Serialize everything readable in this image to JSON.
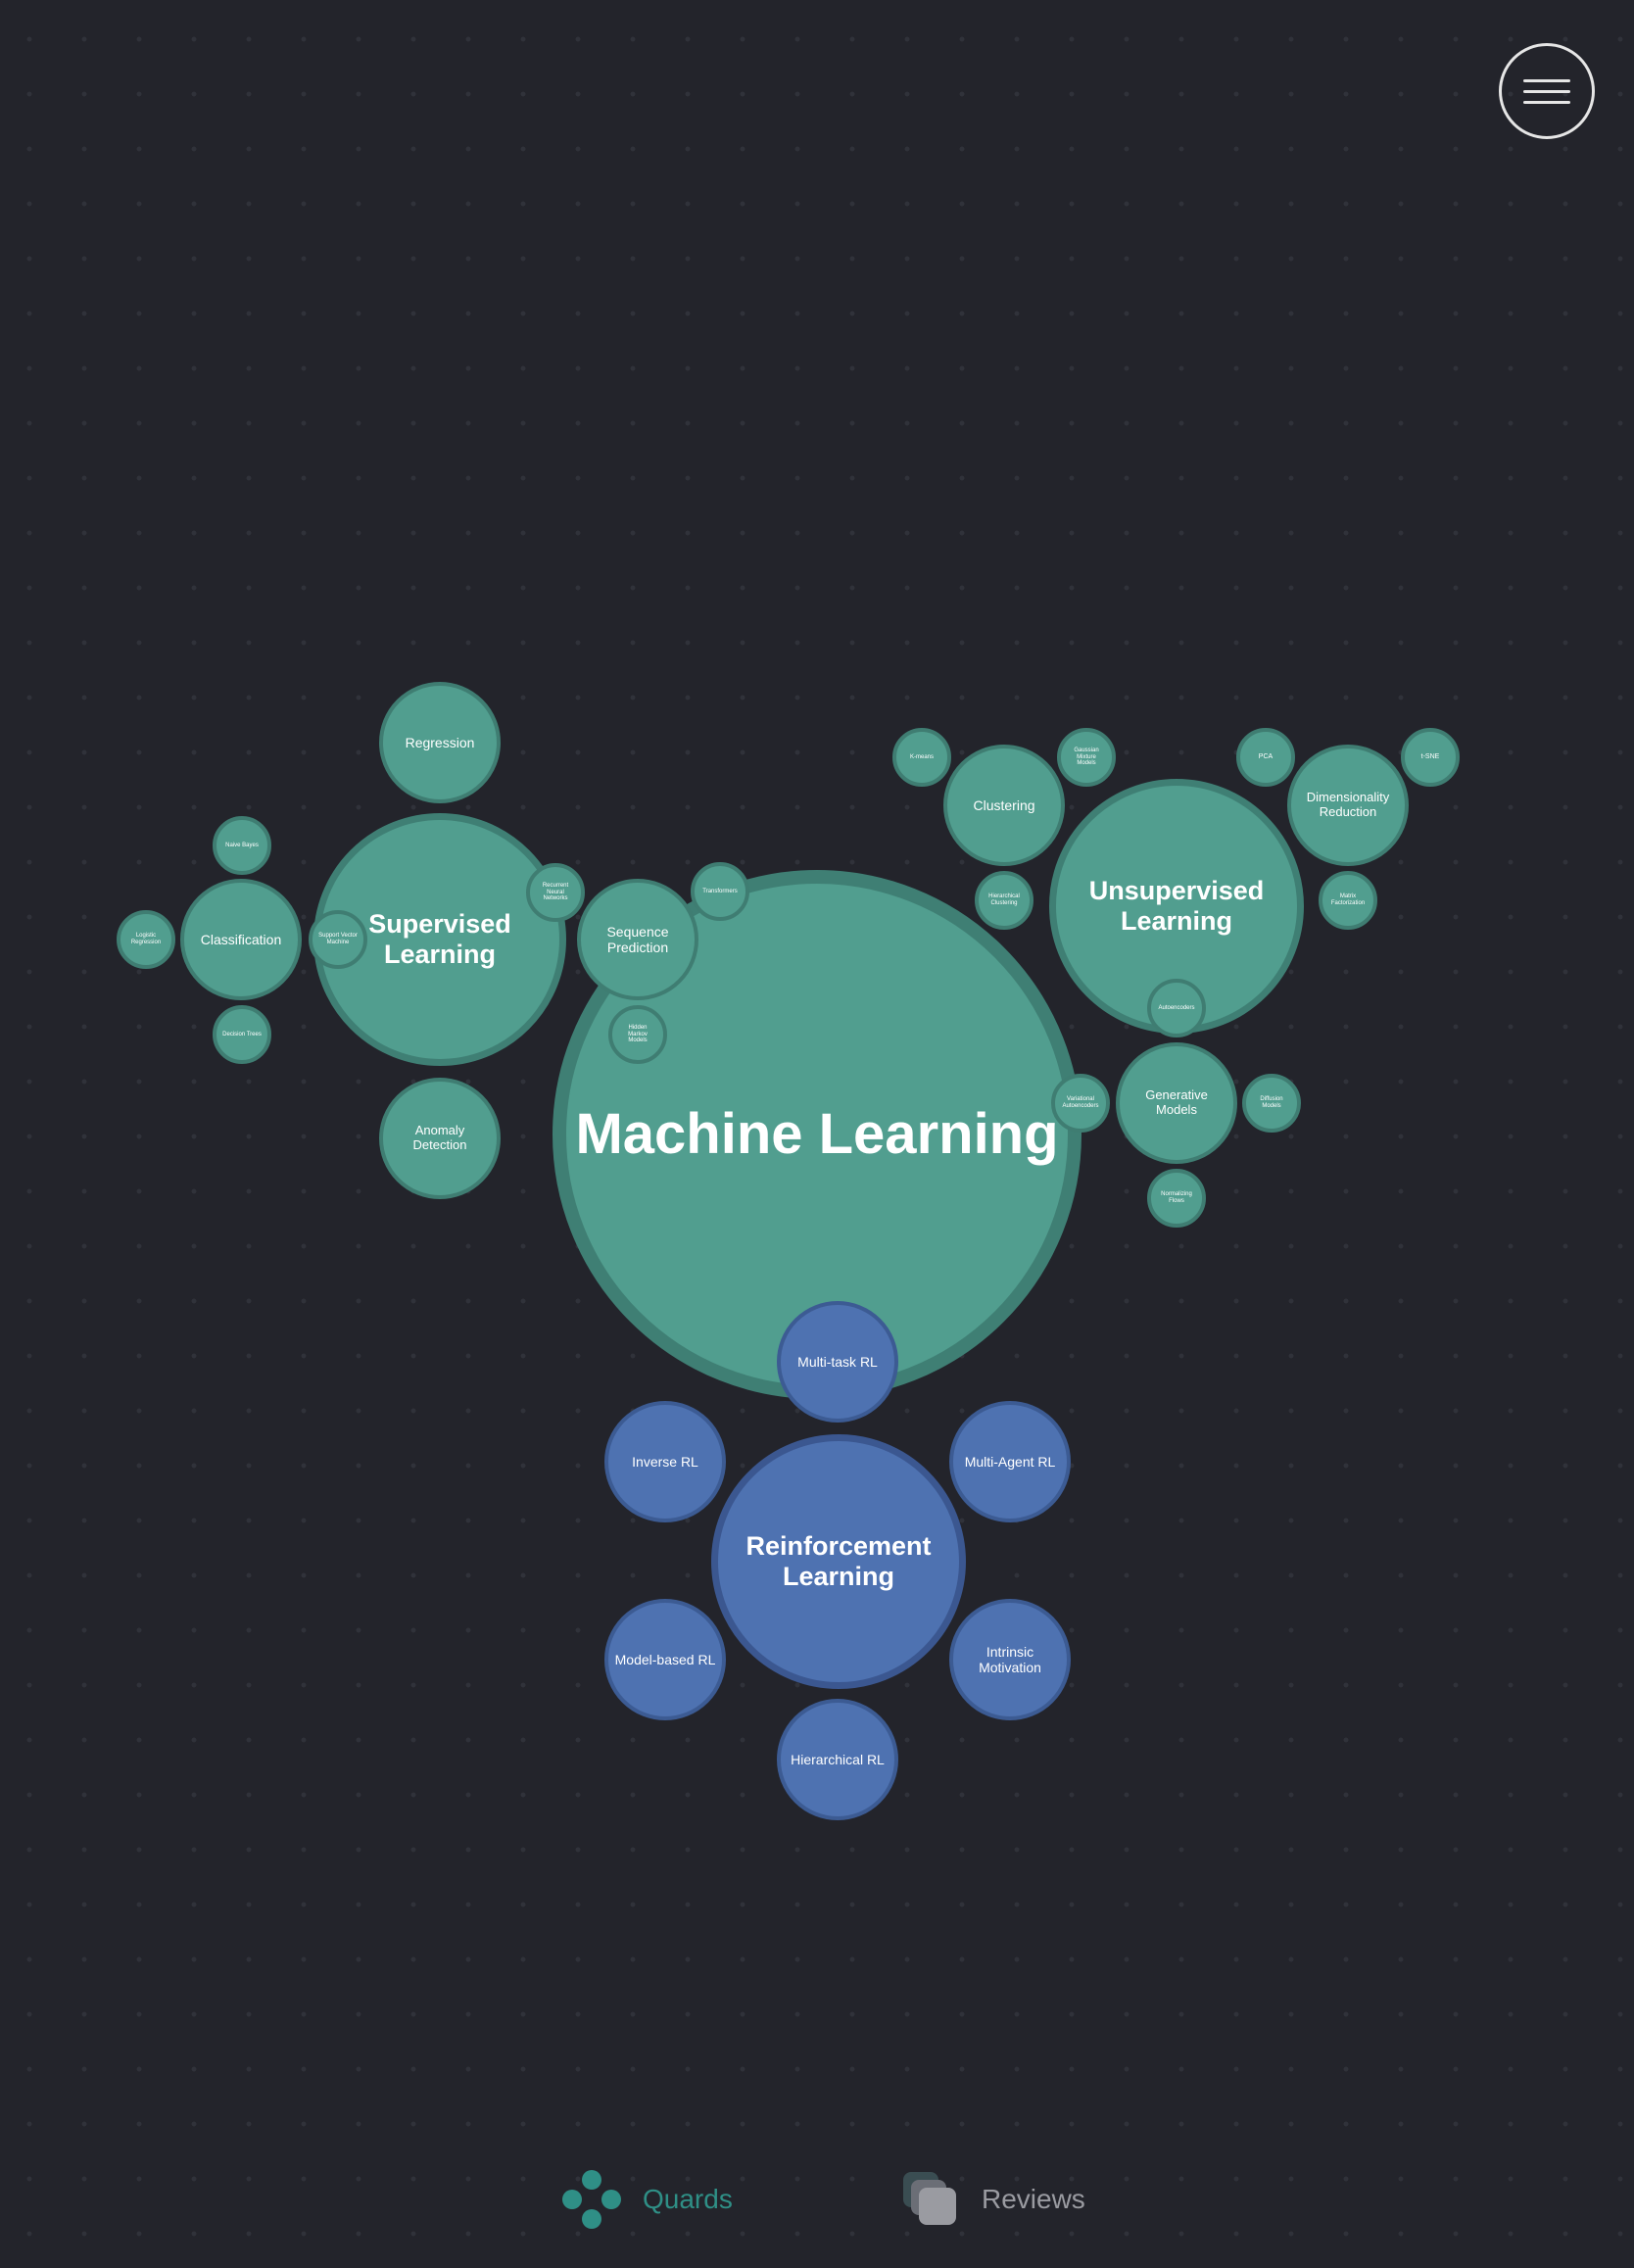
{
  "colors": {
    "background": "#23242b",
    "teal": "#519e8f",
    "teal_border": "#3f7d72",
    "blue": "#4e72b1",
    "blue_border": "#3c5b93",
    "active_tab": "#2f8f86",
    "inactive_tab": "#9a9ba1"
  },
  "mindmap": {
    "root": "Machine Learning",
    "supervised": {
      "label": "Supervised Learning",
      "regression": "Regression",
      "anomaly_detection": "Anomaly Detection",
      "classification": "Classification",
      "naive_bayes": "Naive Bayes",
      "logistic_regression": "Logistic Regression",
      "decision_trees": "Decision Trees",
      "svm": "Support Vector Machine",
      "rnn": "Recurrent Neural Networks"
    },
    "sequence": {
      "label": "Sequence Prediction",
      "transformers": "Transformers",
      "hmm": "Hidden Markov Models"
    },
    "unsupervised": {
      "label": "Unsupervised Learning",
      "clustering": "Clustering",
      "kmeans": "K-means",
      "gmm": "Gaussian Mixture Models",
      "hierarchical_clustering": "Hierarchical Clustering",
      "dimensionality_reduction": "Dimensionality Reduction",
      "pca": "PCA",
      "tsne": "t-SNE",
      "matrix_factorization": "Matrix Factorization",
      "autoencoders": "Autoencoders",
      "generative_models": "Generative Models",
      "diffusion_models": "Diffusion Models",
      "normalizing_flows": "Normalizing Flows",
      "variational_autoencoders": "Variational Autoencoders"
    },
    "reinforcement": {
      "label": "Reinforcement Learning",
      "multi_task": "Multi-task RL",
      "inverse": "Inverse RL",
      "multi_agent": "Multi-Agent RL",
      "model_based": "Model-based RL",
      "intrinsic_motivation": "Intrinsic Motivation",
      "hierarchical": "Hierarchical RL"
    }
  },
  "menu": {
    "icon": "hamburger-menu-icon"
  },
  "tabs": {
    "quards": {
      "label": "Quards",
      "icon": "quards-dots-icon",
      "active": true
    },
    "reviews": {
      "label": "Reviews",
      "icon": "stacked-cards-icon",
      "active": false
    }
  }
}
